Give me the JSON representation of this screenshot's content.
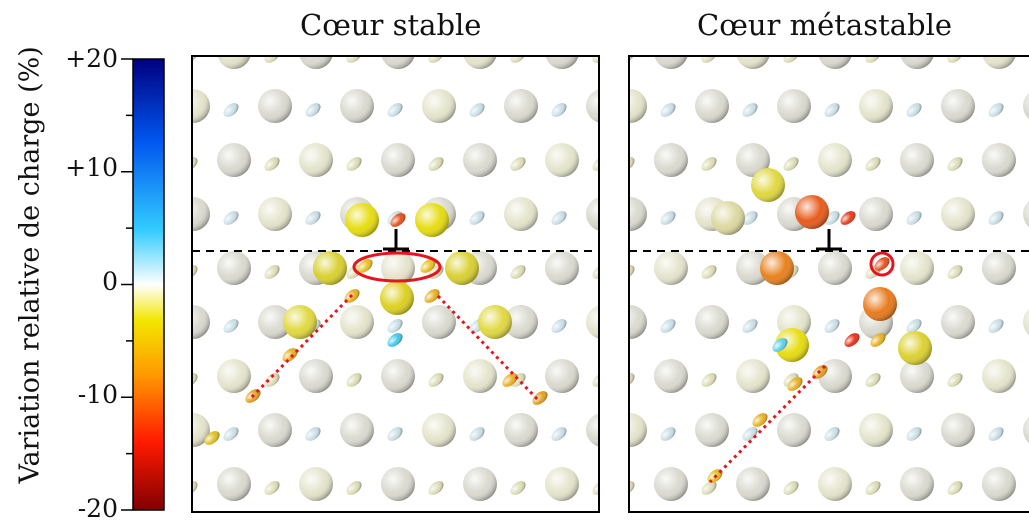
{
  "panels": {
    "left_title": "Cœur stable",
    "right_title": "Cœur métastable"
  },
  "colorbar": {
    "label": "Variation relative de charge (%)",
    "ticks": [
      "+20",
      "+10",
      "0",
      "-10",
      "-20"
    ],
    "tick_values": [
      20,
      10,
      0,
      -10,
      -20
    ],
    "colors": [
      "#800000",
      "#ff1a00",
      "#ff9900",
      "#f2e600",
      "#ffffff",
      "#33ccff",
      "#0055ee",
      "#000080"
    ]
  },
  "colors": {
    "dislocation_marker": "#000000",
    "highlight_ellipse": "#e8141c",
    "stacking_fault_line": "#e8141c",
    "neutral_atom": "#d8d8d0"
  }
}
